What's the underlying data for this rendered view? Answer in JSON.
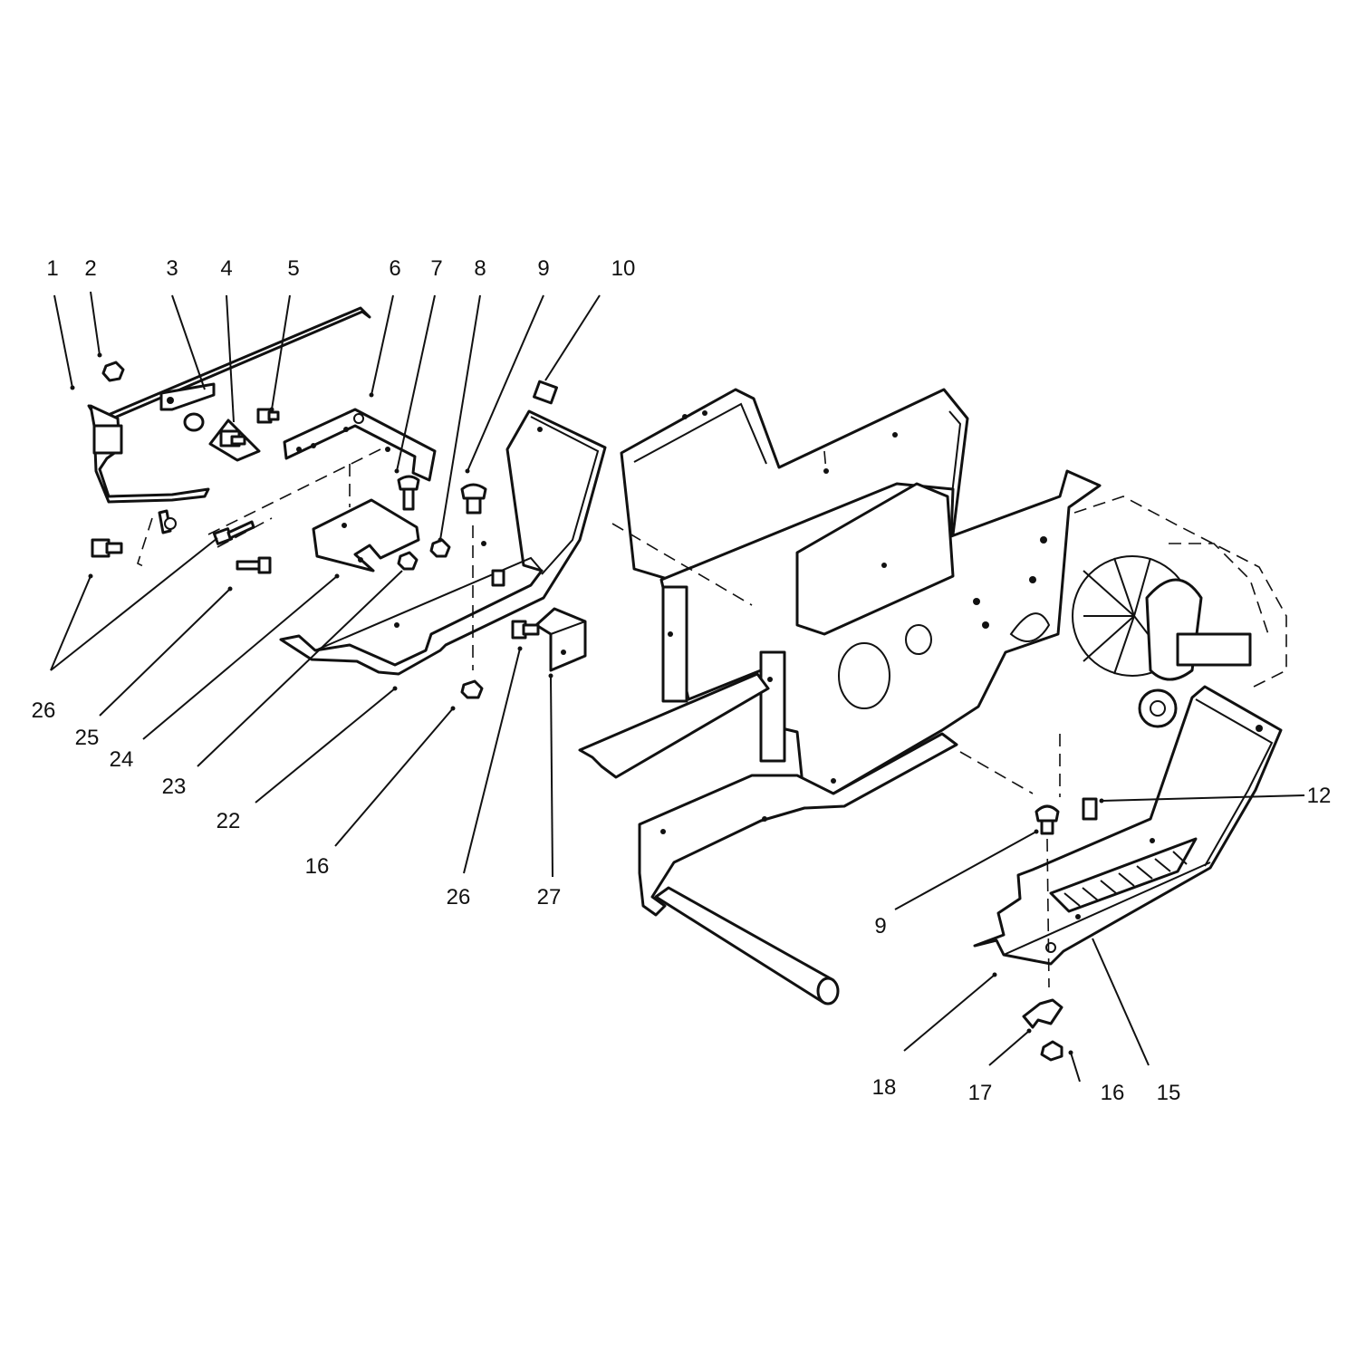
{
  "figure": {
    "type": "exploded parts diagram",
    "callouts": [
      {
        "id": "c1",
        "text": "1"
      },
      {
        "id": "c2",
        "text": "2"
      },
      {
        "id": "c3",
        "text": "3"
      },
      {
        "id": "c4",
        "text": "4"
      },
      {
        "id": "c5",
        "text": "5"
      },
      {
        "id": "c6",
        "text": "6"
      },
      {
        "id": "c7",
        "text": "7"
      },
      {
        "id": "c8",
        "text": "8"
      },
      {
        "id": "c9a",
        "text": "9"
      },
      {
        "id": "c10",
        "text": "10"
      },
      {
        "id": "c12",
        "text": "12"
      },
      {
        "id": "c9b",
        "text": "9"
      },
      {
        "id": "c15",
        "text": "15"
      },
      {
        "id": "c16a",
        "text": "16"
      },
      {
        "id": "c17",
        "text": "17"
      },
      {
        "id": "c18",
        "text": "18"
      },
      {
        "id": "c26a",
        "text": "26"
      },
      {
        "id": "c25",
        "text": "25"
      },
      {
        "id": "c24",
        "text": "24"
      },
      {
        "id": "c23",
        "text": "23"
      },
      {
        "id": "c22",
        "text": "22"
      },
      {
        "id": "c16b",
        "text": "16"
      },
      {
        "id": "c26b",
        "text": "26"
      },
      {
        "id": "c27",
        "text": "27"
      }
    ]
  }
}
